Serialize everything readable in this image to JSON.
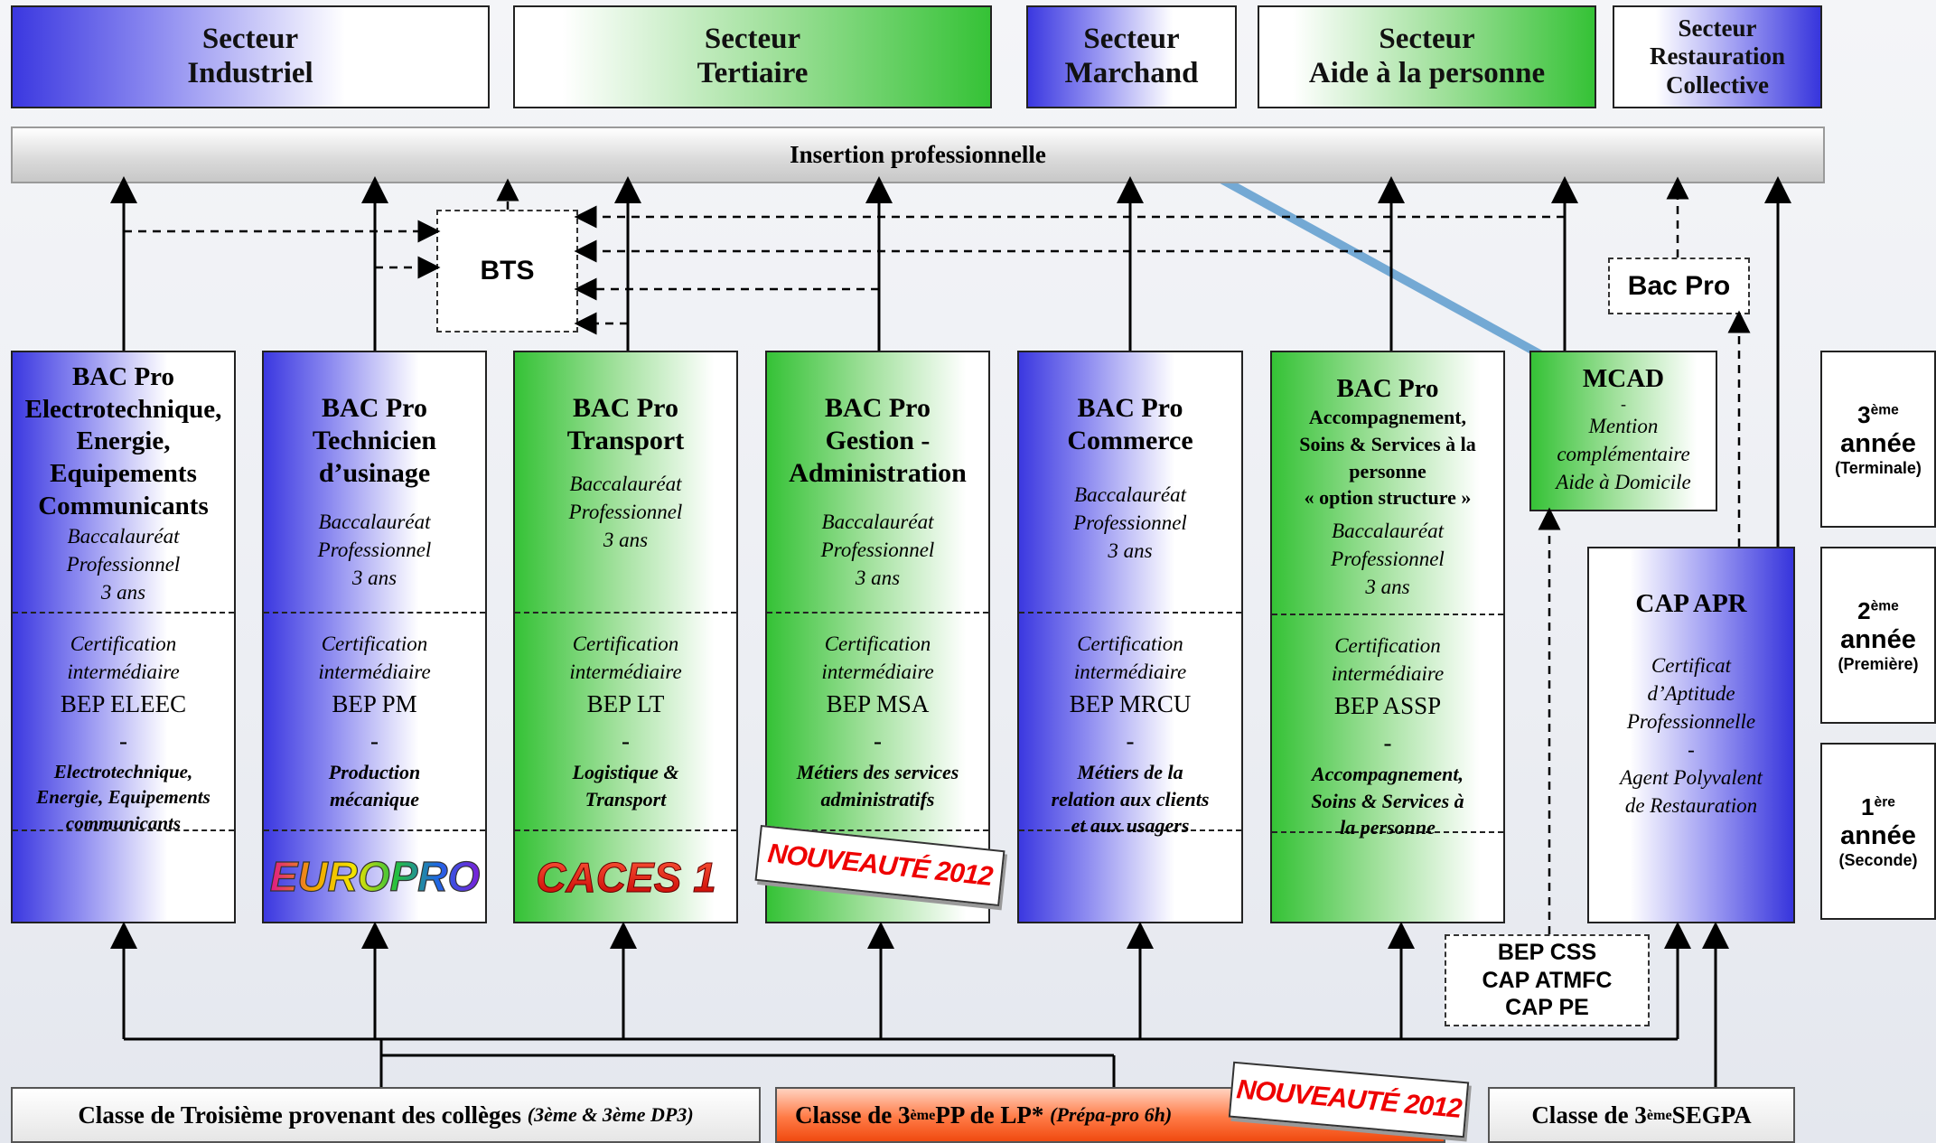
{
  "sectors": [
    {
      "l1": "Secteur",
      "l2": "Industriel"
    },
    {
      "l1": "Secteur",
      "l2": "Tertiaire"
    },
    {
      "l1": "Secteur",
      "l2": "Marchand"
    },
    {
      "l1": "Secteur",
      "l2": "Aide à la personne"
    },
    {
      "l1": "Secteur",
      "l2": "Restauration",
      "l3": "Collective"
    }
  ],
  "insertion": "Insertion professionnelle",
  "bts": "BTS",
  "bacpro_box": "Bac Pro",
  "columns": [
    {
      "title": [
        "BAC Pro",
        "Electrotechnique,",
        "Energie,",
        "Equipements",
        "Communicants"
      ],
      "sub": [
        "Baccalauréat",
        "Professionnel",
        "3 ans"
      ],
      "cert": [
        "Certification",
        "intermédiaire"
      ],
      "bep": "BEP ELEEC",
      "dash": "-",
      "desc": [
        "Electrotechnique,",
        "Energie, Equipements",
        "communicants"
      ]
    },
    {
      "title": [
        "BAC Pro",
        "Technicien",
        "d’usinage"
      ],
      "sub": [
        "Baccalauréat",
        "Professionnel",
        "3 ans"
      ],
      "cert": [
        "Certification",
        "intermédiaire"
      ],
      "bep": "BEP PM",
      "dash": "-",
      "desc": [
        "Production",
        "mécanique"
      ],
      "logo": "EUROPRO"
    },
    {
      "title": [
        "BAC Pro",
        "Transport"
      ],
      "sub": [
        "Baccalauréat",
        "Professionnel",
        "3 ans"
      ],
      "cert": [
        "Certification",
        "intermédiaire"
      ],
      "bep": "BEP LT",
      "dash": "-",
      "desc": [
        "Logistique &",
        "Transport"
      ],
      "logo": "CACES 1"
    },
    {
      "title": [
        "BAC Pro",
        "Gestion -",
        "Administration"
      ],
      "sub": [
        "Baccalauréat",
        "Professionnel",
        "3 ans"
      ],
      "cert": [
        "Certification",
        "intermédiaire"
      ],
      "bep": "BEP MSA",
      "dash": "-",
      "desc": [
        "Métiers des services",
        "administratifs"
      ],
      "stamp": "NOUVEAUTÉ 2012"
    },
    {
      "title": [
        "BAC Pro",
        "Commerce"
      ],
      "sub": [
        "Baccalauréat",
        "Professionnel",
        "3 ans"
      ],
      "cert": [
        "Certification",
        "intermédiaire"
      ],
      "bep": "BEP MRCU",
      "dash": "-",
      "desc": [
        "Métiers de la",
        "relation aux clients",
        "et aux usagers"
      ]
    },
    {
      "title": [
        "BAC Pro",
        "Accompagnement,",
        "Soins & Services à la",
        "personne",
        "« option structure »"
      ],
      "sub": [
        "Baccalauréat",
        "Professionnel",
        "3 ans"
      ],
      "cert": [
        "Certification",
        "intermédiaire"
      ],
      "bep": "BEP ASSP",
      "dash": "-",
      "desc": [
        "Accompagnement,",
        "Soins & Services à",
        "la personne"
      ]
    }
  ],
  "mcad": {
    "title": "MCAD",
    "dash": "-",
    "lines": [
      "Mention",
      "complémentaire",
      "Aide à Domicile"
    ]
  },
  "cap": {
    "title": "CAP APR",
    "lines": [
      "Certificat",
      "d’Aptitude",
      "Professionnelle"
    ],
    "dash": "-",
    "lines2": [
      "Agent Polyvalent",
      "de Restauration"
    ]
  },
  "bep_css": [
    "BEP CSS",
    "CAP ATMFC",
    "CAP PE"
  ],
  "years": [
    {
      "num": "3",
      "sup": "ème",
      "word": "année",
      "sub": "(Terminale)"
    },
    {
      "num": "2",
      "sup": "ème",
      "word": "année",
      "sub": "(Première)"
    },
    {
      "num": "1",
      "sup": "ère",
      "word": "année",
      "sub": "(Seconde)"
    }
  ],
  "bottom": {
    "b1_main": "Classe de Troisième provenant des collèges ",
    "b1_it": "(3ème & 3ème DP3)",
    "b2_a": "Classe de 3",
    "b2_sup": "ème",
    "b2_b": " PP de LP* ",
    "b2_it": "(Prépa-pro 6h)",
    "b2_stamp": "NOUVEAUTÉ 2012",
    "b3_a": "Classe de 3",
    "b3_sup": "ème",
    "b3_b": " SEGPA"
  }
}
